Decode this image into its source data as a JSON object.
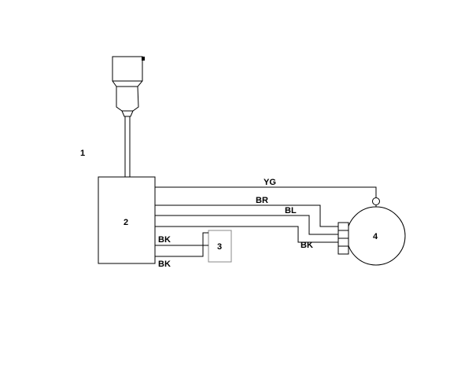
{
  "callouts": {
    "plug": "1",
    "control_unit": "2",
    "component": "3",
    "motor": "4"
  },
  "wire_labels": {
    "yellow_green": "YG",
    "brown": "BR",
    "blue": "BL",
    "black_motor": "BK",
    "black_upper": "BK",
    "black_lower": "BK"
  },
  "colors": {
    "line": "#000000",
    "background": "#ffffff",
    "component_border": "#888888"
  }
}
